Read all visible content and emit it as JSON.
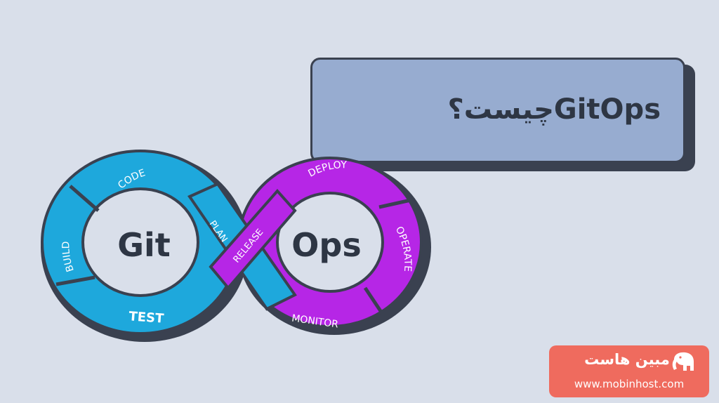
{
  "title": {
    "arabic": "چیست؟",
    "english": "GitOps"
  },
  "diagram": {
    "left_label": "Git",
    "right_label": "Ops",
    "segments": {
      "code": "CODE",
      "build": "BUILD",
      "test": "TEST",
      "plan": "PLAN",
      "release": "RELEASE",
      "deploy": "DEPLOY",
      "operate": "OPERATE",
      "monitor": "MONITOR"
    },
    "colors": {
      "git": "#1ea8dc",
      "ops": "#b626e6",
      "outline": "#3a4150",
      "background": "#d9dfea"
    }
  },
  "brand": {
    "name": "مبین هاست",
    "url": "www.mobinhost.com",
    "color": "#ef6b5e",
    "logo_icon": "elephant-icon"
  }
}
